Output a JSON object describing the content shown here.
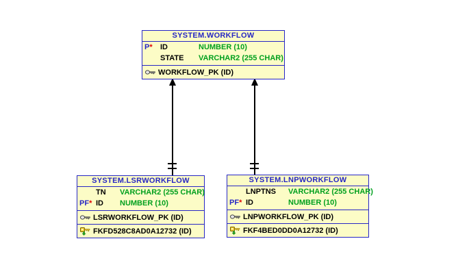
{
  "diagram": {
    "kind": "entity-relationship-diagram",
    "background_color": "#ffffff",
    "entity_fill_color": "#fcfcc6",
    "entity_border_color": "#2626c4",
    "title_text_color": "#2626c4",
    "datatype_text_color": "#00a01e",
    "marker_text_color": "#2626c4",
    "mandatory_star_color": "#e00000"
  },
  "tables": [
    {
      "title": "SYSTEM.WORKFLOW",
      "columns": [
        {
          "marker": "P",
          "star": "*",
          "name": "ID",
          "type": "NUMBER (10)"
        },
        {
          "marker": "",
          "star": "",
          "name": "STATE",
          "type": "VARCHAR2 (255 CHAR)"
        }
      ],
      "keys": [
        {
          "icon": "primary-key-icon",
          "label": "WORKFLOW_PK (ID)"
        }
      ]
    },
    {
      "title": "SYSTEM.LSRWORKFLOW",
      "columns": [
        {
          "marker": "",
          "star": "",
          "name": "TN",
          "type": "VARCHAR2 (255 CHAR)"
        },
        {
          "marker": "PF",
          "star": "*",
          "name": "ID",
          "type": "NUMBER (10)"
        }
      ],
      "keys": [
        {
          "icon": "primary-key-icon",
          "label": "LSRWORKFLOW_PK (ID)"
        },
        {
          "icon": "foreign-key-icon",
          "label": "FKFD528C8AD0A12732 (ID)"
        }
      ]
    },
    {
      "title": "SYSTEM.LNPWORKFLOW",
      "columns": [
        {
          "marker": "",
          "star": "",
          "name": "LNPTNS",
          "type": "VARCHAR2 (255 CHAR)"
        },
        {
          "marker": "PF",
          "star": "*",
          "name": "ID",
          "type": "NUMBER (10)"
        }
      ],
      "keys": [
        {
          "icon": "primary-key-icon",
          "label": "LNPWORKFLOW_PK (ID)"
        },
        {
          "icon": "foreign-key-icon",
          "label": "FKF4BED0DD0A12732 (ID)"
        }
      ]
    }
  ],
  "relationships": [
    {
      "child": "SYSTEM.LSRWORKFLOW",
      "parent": "SYSTEM.WORKFLOW",
      "parent_end": "arrowhead",
      "child_end": "double-tick"
    },
    {
      "child": "SYSTEM.LNPWORKFLOW",
      "parent": "SYSTEM.WORKFLOW",
      "parent_end": "arrowhead",
      "child_end": "double-tick"
    }
  ]
}
